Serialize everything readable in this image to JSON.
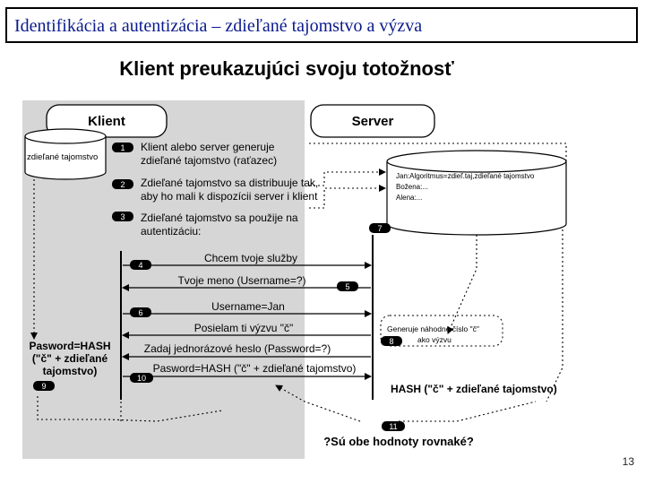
{
  "slide": {
    "title": "Identifikácia a autentizácia – zdieľané tajomstvo a výzva",
    "subtitle": "Klient preukazujúci svoju totožnosť",
    "page_number": "13"
  },
  "diagram": {
    "client_label": "Klient",
    "server_label": "Server",
    "client_secret_label": "zdieľané tajomstvo",
    "server_db": {
      "line1": "Jan:Algoritmus=zdieľ.taj,zdieľané tajomstvo",
      "line2": "Božena:...",
      "line3": "Alena:..."
    },
    "badges": [
      "1",
      "2",
      "3",
      "4",
      "5",
      "6",
      "7",
      "8",
      "9",
      "10",
      "11"
    ],
    "step1": {
      "line1": "Klient alebo server generuje",
      "line2": "zdieľané tajomstvo (raťazec)"
    },
    "step2": {
      "line1": "Zdieľané tajomstvo sa distribuuje tak,",
      "line2": "aby ho mali k dispozícii server i klient"
    },
    "step3": {
      "line1": "Zdieľané tajomstvo sa použije na",
      "line2": "autentizáciu:"
    },
    "msg4": "Chcem tvoje služby",
    "msg5": "Tvoje meno (Username=?)",
    "msg6": "Username=Jan",
    "msg_challenge": "Posielam ti výzvu \"č\"",
    "msg_password_request": "Zadaj jednorázové heslo (Password=?)",
    "msg10": "Pasword=HASH (\"č\" + zdieľané tajomstvo)",
    "server_gen": {
      "line1": "Generuje náhodné číslo \"č\"",
      "line2": "ako výzvu"
    },
    "client_hash": {
      "line1": "Pasword=HASH",
      "line2": "(\"č\" + zdieľané",
      "line3": "tajomstvo)"
    },
    "server_hash": "HASH (\"č\" + zdieľané tajomstvo)",
    "compare": "?Sú obe hodnoty rovnaké?"
  }
}
